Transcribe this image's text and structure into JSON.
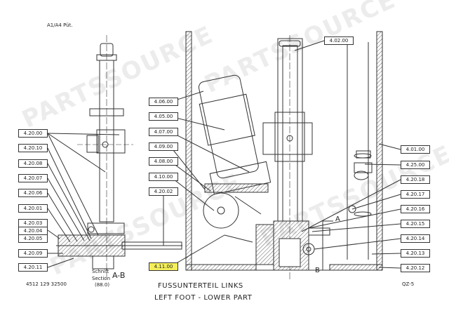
{
  "sheet_format": "A1/A4 Püt.",
  "drawing_number": "4512 129 32500",
  "sheet_id": "QZ-5",
  "title_de": "FUSSUNTERTEIL   LINKS",
  "title_en": "LEFT FOOT - LOWER PART",
  "section": {
    "de": "Schnift",
    "en": "Section",
    "name": "A-B",
    "scale": "(88.0)"
  },
  "section_marks": {
    "a": "A",
    "b": "B"
  },
  "watermark": "PARTSSOURCE",
  "labels_left": [
    "4.20.00",
    "4.20.10",
    "4.20.08",
    "4.20.07",
    "4.20.06",
    "4.20.01",
    "4.20.03",
    "4.20.04",
    "4.20.05",
    "4.20.09",
    "4.20.11"
  ],
  "labels_middle": [
    "4.06.00",
    "4.05.00",
    "4.07.00",
    "4.09.00",
    "4.08.00",
    "4.10.00",
    "4.20.02"
  ],
  "label_highlighted": "4.11.00",
  "label_top": "4.02.00",
  "labels_right": [
    "4.01.00",
    "4.25.00",
    "4.20.18",
    "4.20.17",
    "4.20.16",
    "4.20.15",
    "4.20.14",
    "4.20.13",
    "4.20.12"
  ],
  "highlight_color": "#f4ef5a"
}
